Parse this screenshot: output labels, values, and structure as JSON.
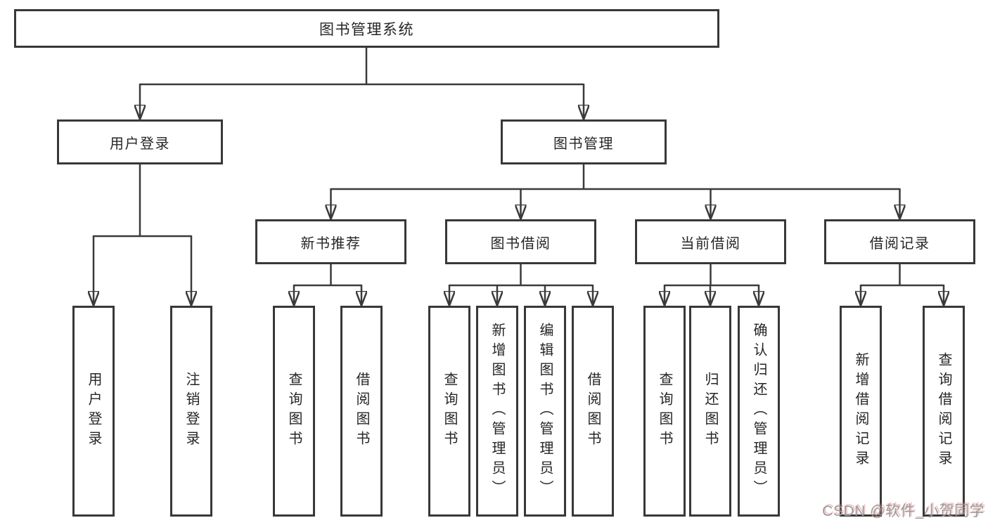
{
  "diagram": {
    "type": "hierarchy-tree",
    "colors": {
      "line": "#3a3a3a",
      "box_border": "#383838",
      "box_fill": "#ffffff",
      "text": "#262626",
      "watermark_text": "#9a9a9a",
      "watermark_shadow": "#e97a7a"
    }
  },
  "tree": {
    "root": {
      "label": "图书管理系统"
    },
    "level2": [
      {
        "label": "用户登录",
        "children": [
          {
            "label": "用户登录"
          },
          {
            "label": "注销登录"
          }
        ]
      },
      {
        "label": "图书管理",
        "groups": [
          {
            "label": "新书推荐",
            "children": [
              {
                "label": "查询图书"
              },
              {
                "label": "借阅图书"
              }
            ]
          },
          {
            "label": "图书借阅",
            "children": [
              {
                "label": "查询图书"
              },
              {
                "label": "新增图书（管理员）"
              },
              {
                "label": "编辑图书（管理员）"
              },
              {
                "label": "借阅图书"
              }
            ]
          },
          {
            "label": "当前借阅",
            "children": [
              {
                "label": "查询图书"
              },
              {
                "label": "归还图书"
              },
              {
                "label": "确认归还（管理员）"
              }
            ]
          },
          {
            "label": "借阅记录",
            "children": [
              {
                "label": "新增借阅记录"
              },
              {
                "label": "查询借阅记录"
              }
            ]
          }
        ]
      }
    ]
  },
  "watermark": {
    "text": "CSDN @软件_小贺同学"
  }
}
